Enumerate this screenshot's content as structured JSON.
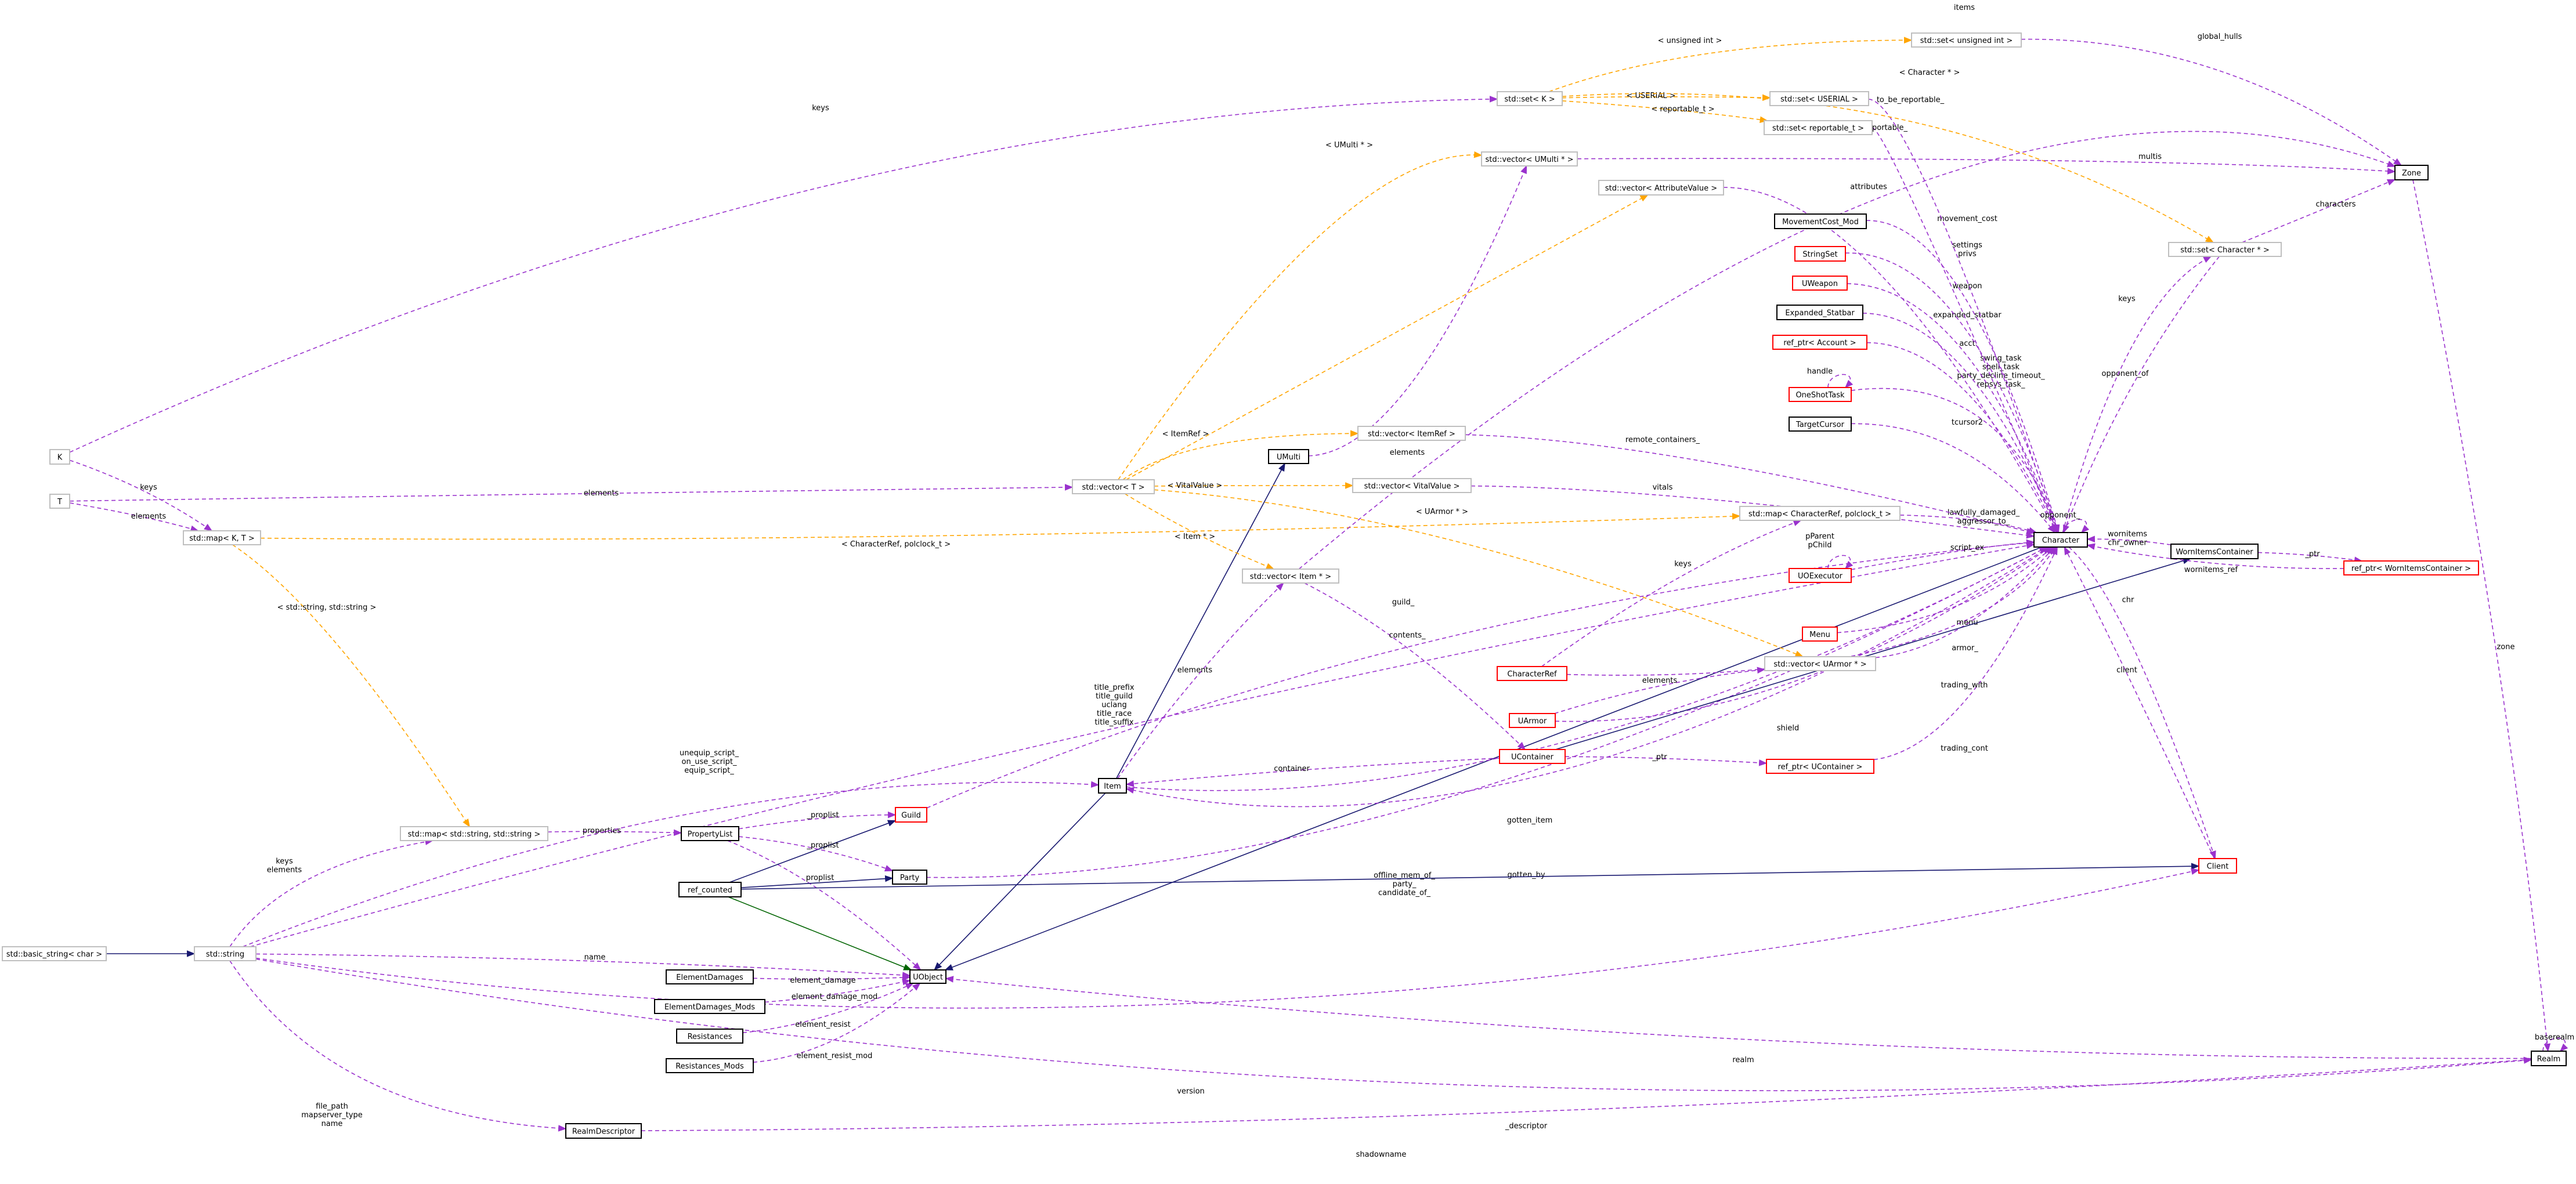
{
  "colors": {
    "dependency": "#9a32cd",
    "template": "#ffa500",
    "inheritance": "#191970",
    "inheritance_public": "#006400",
    "node_border_complete": "#000000",
    "node_border_incomplete": "#ff0000",
    "node_border_other": "#bfbfbf",
    "focus_fill": "#bfbfbf"
  },
  "nodes": [
    {
      "id": "uobject",
      "label": "UObject",
      "style": "focus"
    },
    {
      "id": "item",
      "label": "Item",
      "style": "complete"
    },
    {
      "id": "character",
      "label": "Character",
      "style": "complete"
    },
    {
      "id": "std_string",
      "label": "std::string",
      "style": "other"
    },
    {
      "id": "basic_string",
      "label": "std::basic_string< char >",
      "style": "other"
    },
    {
      "id": "ref_counted",
      "label": "ref_counted",
      "style": "complete"
    },
    {
      "id": "propertylist",
      "label": "PropertyList",
      "style": "complete"
    },
    {
      "id": "guild",
      "label": "Guild",
      "style": "incomplete"
    },
    {
      "id": "party",
      "label": "Party",
      "style": "complete"
    },
    {
      "id": "elementdamages",
      "label": "ElementDamages",
      "style": "complete"
    },
    {
      "id": "elementdamages_mods",
      "label": "ElementDamages_Mods",
      "style": "complete"
    },
    {
      "id": "resistances",
      "label": "Resistances",
      "style": "complete"
    },
    {
      "id": "resistances_mods",
      "label": "Resistances_Mods",
      "style": "complete"
    },
    {
      "id": "realmdescriptor",
      "label": "RealmDescriptor",
      "style": "complete"
    },
    {
      "id": "realm",
      "label": "Realm",
      "style": "complete"
    },
    {
      "id": "client",
      "label": "Client",
      "style": "incomplete"
    },
    {
      "id": "zone",
      "label": "Zone",
      "style": "complete"
    },
    {
      "id": "wornitemscontainer",
      "label": "WornItemsContainer",
      "style": "complete"
    },
    {
      "id": "refptr_worn",
      "label": "ref_ptr< WornItemsContainer >",
      "style": "incomplete"
    },
    {
      "id": "map_string_string",
      "label": "std::map< std::string, std::string >",
      "style": "other"
    },
    {
      "id": "map_k_t",
      "label": "std::map< K, T >",
      "style": "other"
    },
    {
      "id": "k_param",
      "label": "K",
      "style": "other"
    },
    {
      "id": "t_param",
      "label": "T",
      "style": "other"
    },
    {
      "id": "vector_t",
      "label": "std::vector< T >",
      "style": "other"
    },
    {
      "id": "set_k",
      "label": "std::set< K >",
      "style": "other"
    },
    {
      "id": "set_unsigned_int",
      "label": "std::set< unsigned int >",
      "style": "other"
    },
    {
      "id": "set_userial",
      "label": "std::set< USERIAL >",
      "style": "other"
    },
    {
      "id": "set_reportable",
      "label": "std::set< reportable_t >",
      "style": "other"
    },
    {
      "id": "vector_umulti",
      "label": "std::vector< UMulti * >",
      "style": "other"
    },
    {
      "id": "vector_attribute",
      "label": "std::vector< AttributeValue >",
      "style": "other"
    },
    {
      "id": "movementcost_mod",
      "label": "MovementCost_Mod",
      "style": "complete"
    },
    {
      "id": "stringset",
      "label": "StringSet",
      "style": "incomplete"
    },
    {
      "id": "uweapon",
      "label": "UWeapon",
      "style": "incomplete"
    },
    {
      "id": "expanded_statbar",
      "label": "Expanded_Statbar",
      "style": "complete"
    },
    {
      "id": "refptr_account",
      "label": "ref_ptr< Account >",
      "style": "incomplete"
    },
    {
      "id": "oneshottask",
      "label": "OneShotTask",
      "style": "incomplete"
    },
    {
      "id": "targetcursor",
      "label": "TargetCursor",
      "style": "complete"
    },
    {
      "id": "umulti",
      "label": "UMulti",
      "style": "complete"
    },
    {
      "id": "vector_itemref",
      "label": "std::vector< ItemRef >",
      "style": "other"
    },
    {
      "id": "vector_vitalvalue",
      "label": "std::vector< VitalValue >",
      "style": "other"
    },
    {
      "id": "map_charref",
      "label": "std::map< CharacterRef, polclock_t >",
      "style": "other"
    },
    {
      "id": "uoexecutor",
      "label": "UOExecutor",
      "style": "incomplete"
    },
    {
      "id": "set_character",
      "label": "std::set< Character * >",
      "style": "other"
    },
    {
      "id": "vector_item",
      "label": "std::vector< Item * >",
      "style": "other"
    },
    {
      "id": "menu",
      "label": "Menu",
      "style": "incomplete"
    },
    {
      "id": "characterref",
      "label": "CharacterRef",
      "style": "incomplete"
    },
    {
      "id": "vector_uarmor",
      "label": "std::vector< UArmor * >",
      "style": "other"
    },
    {
      "id": "uarmor",
      "label": "UArmor",
      "style": "incomplete"
    },
    {
      "id": "ucontainer",
      "label": "UContainer",
      "style": "incomplete"
    },
    {
      "id": "refptr_ucontainer",
      "label": "ref_ptr< UContainer >",
      "style": "incomplete"
    }
  ],
  "edges": [
    {
      "from": "std_string",
      "to": "uobject",
      "kind": "dependency",
      "label": [
        "name"
      ]
    },
    {
      "from": "ref_counted",
      "to": "uobject",
      "kind": "inheritance_public",
      "label": []
    },
    {
      "from": "propertylist",
      "to": "uobject",
      "kind": "dependency",
      "label": [
        "proplist"
      ]
    },
    {
      "from": "elementdamages",
      "to": "uobject",
      "kind": "dependency",
      "label": [
        "element_damage"
      ]
    },
    {
      "from": "elementdamages_mods",
      "to": "uobject",
      "kind": "dependency",
      "label": [
        "element_damage_mod"
      ]
    },
    {
      "from": "resistances",
      "to": "uobject",
      "kind": "dependency",
      "label": [
        "element_resist"
      ]
    },
    {
      "from": "resistances_mods",
      "to": "uobject",
      "kind": "dependency",
      "label": [
        "element_resist_mod"
      ]
    },
    {
      "from": "realm",
      "to": "uobject",
      "kind": "dependency",
      "label": [
        "realm"
      ]
    },
    {
      "from": "item",
      "to": "uobject",
      "kind": "inheritance",
      "label": []
    },
    {
      "from": "character",
      "to": "uobject",
      "kind": "inheritance",
      "label": []
    },
    {
      "from": "basic_string",
      "to": "std_string",
      "kind": "inheritance",
      "label": []
    },
    {
      "from": "map_string_string",
      "to": "propertylist",
      "kind": "dependency",
      "label": [
        "properties"
      ]
    },
    {
      "from": "std_string",
      "to": "map_string_string",
      "kind": "dependency",
      "label": [
        "keys",
        "elements"
      ]
    },
    {
      "from": "map_k_t",
      "to": "map_string_string",
      "kind": "template",
      "label": [
        "< std::string, std::string >"
      ]
    },
    {
      "from": "k_param",
      "to": "map_k_t",
      "kind": "dependency",
      "label": [
        "keys"
      ]
    },
    {
      "from": "t_param",
      "to": "map_k_t",
      "kind": "dependency",
      "label": [
        "elements"
      ]
    },
    {
      "from": "k_param",
      "to": "set_k",
      "kind": "dependency",
      "label": [
        "keys"
      ]
    },
    {
      "from": "t_param",
      "to": "vector_t",
      "kind": "dependency",
      "label": [
        "elements"
      ]
    },
    {
      "from": "ref_counted",
      "to": "guild",
      "kind": "inheritance",
      "label": []
    },
    {
      "from": "propertylist",
      "to": "guild",
      "kind": "dependency",
      "label": [
        "_proplist"
      ]
    },
    {
      "from": "ref_counted",
      "to": "party",
      "kind": "inheritance",
      "label": []
    },
    {
      "from": "propertylist",
      "to": "party",
      "kind": "dependency",
      "label": [
        "_proplist"
      ]
    },
    {
      "from": "std_string",
      "to": "item",
      "kind": "dependency",
      "label": [
        "unequip_script_",
        "on_use_script_",
        "equip_script_"
      ]
    },
    {
      "from": "item",
      "to": "umulti",
      "kind": "inheritance",
      "label": []
    },
    {
      "from": "ucontainer",
      "to": "item",
      "kind": "dependency",
      "label": [
        "container"
      ]
    },
    {
      "from": "character",
      "to": "item",
      "kind": "dependency",
      "label": [
        "gotten_by"
      ]
    },
    {
      "from": "item",
      "to": "character",
      "kind": "dependency",
      "label": [
        "gotten_item"
      ]
    },
    {
      "from": "item",
      "to": "vector_item",
      "kind": "dependency",
      "label": [
        "elements"
      ]
    },
    {
      "from": "vector_t",
      "to": "vector_item",
      "kind": "template",
      "label": [
        "< Item * >"
      ]
    },
    {
      "from": "vector_item",
      "to": "ucontainer",
      "kind": "dependency",
      "label": [
        "contents_"
      ]
    },
    {
      "from": "ucontainer",
      "to": "refptr_ucontainer",
      "kind": "dependency",
      "label": [
        "_ptr"
      ]
    },
    {
      "from": "refptr_ucontainer",
      "to": "character",
      "kind": "dependency",
      "label": [
        "trading_cont"
      ]
    },
    {
      "from": "std_string",
      "to": "character",
      "kind": "dependency",
      "label": [
        "title_prefix",
        "title_guild",
        "uclang",
        "title_race",
        "title_suffix"
      ]
    },
    {
      "from": "guild",
      "to": "character",
      "kind": "dependency",
      "label": [
        "guild_"
      ]
    },
    {
      "from": "party",
      "to": "character",
      "kind": "dependency",
      "label": [
        "offline_mem_of_",
        "party_",
        "candidate_of_"
      ]
    },
    {
      "from": "uarmor",
      "to": "character",
      "kind": "dependency",
      "label": [
        "shield"
      ]
    },
    {
      "from": "vector_uarmor",
      "to": "character",
      "kind": "dependency",
      "label": [
        "armor_"
      ]
    },
    {
      "from": "uarmor",
      "to": "vector_uarmor",
      "kind": "dependency",
      "label": [
        "elements"
      ]
    },
    {
      "from": "vector_t",
      "to": "vector_uarmor",
      "kind": "template",
      "label": [
        "< UArmor * >"
      ]
    },
    {
      "from": "characterref",
      "to": "character",
      "kind": "dependency",
      "label": [
        "trading_with"
      ]
    },
    {
      "from": "characterref",
      "to": "map_charref",
      "kind": "dependency",
      "label": [
        "keys"
      ]
    },
    {
      "from": "map_k_t",
      "to": "map_charref",
      "kind": "template",
      "label": [
        "< CharacterRef, polclock_t >"
      ]
    },
    {
      "from": "map_charref",
      "to": "character",
      "kind": "dependency",
      "label": [
        "lawfully_damaged_",
        "aggressor_to_"
      ]
    },
    {
      "from": "menu",
      "to": "character",
      "kind": "dependency",
      "label": [
        "menu"
      ]
    },
    {
      "from": "uoexecutor",
      "to": "character",
      "kind": "dependency",
      "label": [
        "script_ex"
      ]
    },
    {
      "from": "uoexecutor",
      "to": "uoexecutor",
      "kind": "dependency",
      "label": [
        "pParent",
        "pChild"
      ]
    },
    {
      "from": "vector_vitalvalue",
      "to": "character",
      "kind": "dependency",
      "label": [
        "vitals"
      ]
    },
    {
      "from": "vector_t",
      "to": "vector_vitalvalue",
      "kind": "template",
      "label": [
        "< VitalValue >"
      ]
    },
    {
      "from": "vector_itemref",
      "to": "character",
      "kind": "dependency",
      "label": [
        "remote_containers_"
      ]
    },
    {
      "from": "vector_t",
      "to": "vector_itemref",
      "kind": "template",
      "label": [
        "< ItemRef >"
      ]
    },
    {
      "from": "umulti",
      "to": "vector_umulti",
      "kind": "dependency",
      "label": [
        "elements"
      ]
    },
    {
      "from": "vector_t",
      "to": "vector_umulti",
      "kind": "template",
      "label": [
        "< UMulti * >"
      ]
    },
    {
      "from": "vector_umulti",
      "to": "zone",
      "kind": "dependency",
      "label": [
        "multis"
      ]
    },
    {
      "from": "targetcursor",
      "to": "character",
      "kind": "dependency",
      "label": [
        "tcursor2"
      ]
    },
    {
      "from": "oneshottask",
      "to": "character",
      "kind": "dependency",
      "label": [
        "swing_task",
        "spell_task",
        "party_decline_timeout_",
        "repsys_task_"
      ]
    },
    {
      "from": "oneshottask",
      "to": "oneshottask",
      "kind": "dependency",
      "label": [
        "handle"
      ]
    },
    {
      "from": "refptr_account",
      "to": "character",
      "kind": "dependency",
      "label": [
        "acct"
      ]
    },
    {
      "from": "expanded_statbar",
      "to": "character",
      "kind": "dependency",
      "label": [
        "expanded_statbar"
      ]
    },
    {
      "from": "uweapon",
      "to": "character",
      "kind": "dependency",
      "label": [
        "weapon"
      ]
    },
    {
      "from": "stringset",
      "to": "character",
      "kind": "dependency",
      "label": [
        "settings",
        "privs"
      ]
    },
    {
      "from": "movementcost_mod",
      "to": "character",
      "kind": "dependency",
      "label": [
        "movement_cost"
      ]
    },
    {
      "from": "vector_attribute",
      "to": "character",
      "kind": "dependency",
      "label": [
        "attributes"
      ]
    },
    {
      "from": "vector_t",
      "to": "vector_attribute",
      "kind": "template",
      "label": [
        "< AttributeValue >"
      ]
    },
    {
      "from": "set_reportable",
      "to": "character",
      "kind": "dependency",
      "label": [
        "reportable_"
      ]
    },
    {
      "from": "set_k",
      "to": "set_reportable",
      "kind": "template",
      "label": [
        "< reportable_t >"
      ]
    },
    {
      "from": "set_userial",
      "to": "character",
      "kind": "dependency",
      "label": [
        "to_be_reportable_"
      ]
    },
    {
      "from": "set_k",
      "to": "set_userial",
      "kind": "template",
      "label": [
        "< USERIAL >"
      ]
    },
    {
      "from": "set_unsigned_int",
      "to": "zone",
      "kind": "dependency",
      "label": [
        "global_hulls"
      ]
    },
    {
      "from": "set_k",
      "to": "set_unsigned_int",
      "kind": "template",
      "label": [
        "< unsigned int >"
      ]
    },
    {
      "from": "set_k",
      "to": "set_character",
      "kind": "template",
      "label": [
        "< Character * >"
      ]
    },
    {
      "from": "set_character",
      "to": "character",
      "kind": "dependency",
      "label": [
        "opponent_of"
      ]
    },
    {
      "from": "set_character",
      "to": "zone",
      "kind": "dependency",
      "label": [
        "characters"
      ]
    },
    {
      "from": "character",
      "to": "set_character",
      "kind": "dependency",
      "label": [
        "keys"
      ]
    },
    {
      "from": "character",
      "to": "character",
      "kind": "dependency",
      "label": [
        "opponent_"
      ]
    },
    {
      "from": "wornitemscontainer",
      "to": "character",
      "kind": "dependency",
      "label": [
        "wornitems",
        "chr_owner"
      ]
    },
    {
      "from": "ucontainer",
      "to": "wornitemscontainer",
      "kind": "inheritance",
      "label": []
    },
    {
      "from": "wornitemscontainer",
      "to": "refptr_worn",
      "kind": "dependency",
      "label": [
        "_ptr"
      ]
    },
    {
      "from": "refptr_worn",
      "to": "character",
      "kind": "dependency",
      "label": [
        "wornitems_ref"
      ]
    },
    {
      "from": "character",
      "to": "client",
      "kind": "dependency",
      "label": [
        "chr"
      ]
    },
    {
      "from": "client",
      "to": "character",
      "kind": "dependency",
      "label": [
        "client"
      ]
    },
    {
      "from": "ref_counted",
      "to": "client",
      "kind": "inheritance",
      "label": []
    },
    {
      "from": "std_string",
      "to": "client",
      "kind": "dependency",
      "label": [
        "version"
      ]
    },
    {
      "from": "zone",
      "to": "realm",
      "kind": "dependency",
      "label": [
        "zone"
      ]
    },
    {
      "from": "realm",
      "to": "realm",
      "kind": "dependency",
      "label": [
        "baserealm"
      ]
    },
    {
      "from": "realmdescriptor",
      "to": "realm",
      "kind": "dependency",
      "label": [
        "_descriptor"
      ]
    },
    {
      "from": "std_string",
      "to": "realmdescriptor",
      "kind": "dependency",
      "label": [
        "file_path",
        "mapserver_type",
        "name"
      ]
    },
    {
      "from": "std_string",
      "to": "realm",
      "kind": "dependency",
      "label": [
        "shadowname"
      ]
    },
    {
      "from": "vector_item",
      "to": "zone",
      "kind": "dependency",
      "label": [
        "items"
      ]
    }
  ]
}
